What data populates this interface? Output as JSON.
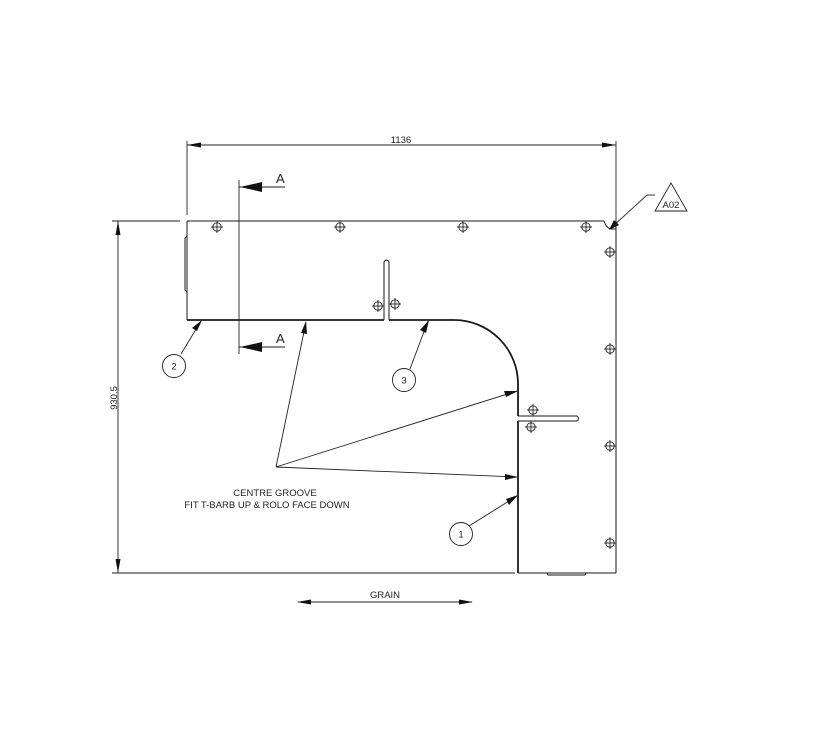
{
  "drawing": {
    "dimensions": {
      "width": "1136",
      "height": "930.5"
    },
    "section_marker": {
      "label_top": "A",
      "label_bottom": "A"
    },
    "revision_tag": "A02",
    "balloons": [
      {
        "id": "1",
        "label": "1"
      },
      {
        "id": "2",
        "label": "2"
      },
      {
        "id": "3",
        "label": "3"
      }
    ],
    "note": {
      "line1": "CENTRE GROOVE",
      "line2": "FIT T-BARB UP & ROLO FACE DOWN"
    },
    "grain_label": "GRAIN"
  }
}
